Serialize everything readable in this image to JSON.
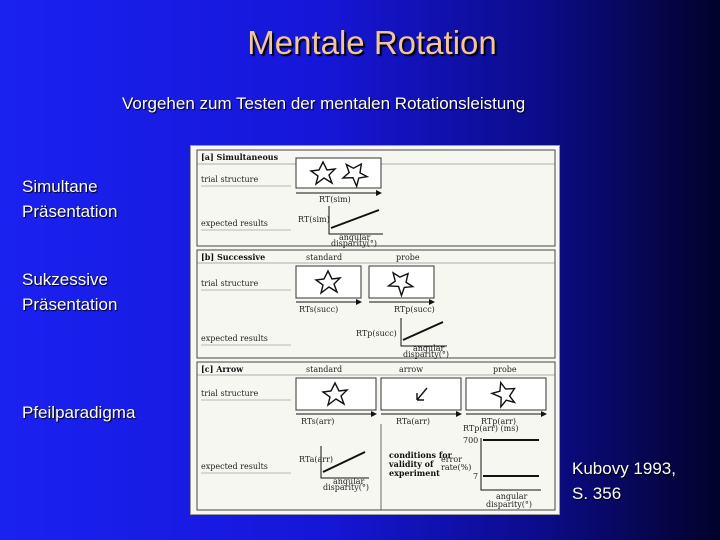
{
  "slide": {
    "title": "Mentale Rotation",
    "subtitle": "Vorgehen zum Testen der mentalen Rotationsleistung",
    "labels": {
      "simultaneous_l1": "Simultane",
      "simultaneous_l2": "Präsentation",
      "successive_l1": "Sukzessive",
      "successive_l2": "Präsentation",
      "arrow": "Pfeilparadigma"
    },
    "citation_l1": "Kubovy 1993,",
    "citation_l2": "S. 356"
  },
  "figure": {
    "a_title": "[a]  Simultaneous",
    "b_title": "[b]  Successive",
    "c_title": "[c]  Arrow",
    "trial_structure": "trial structure",
    "expected_results": "expected results",
    "rt_sim": "RT(sim)",
    "rt_succ_s": "RTs(succ)",
    "rt_succ_p": "RTp(succ)",
    "rt_arr_s": "RTs(arr)",
    "rt_arr_a": "RTa(arr)",
    "rt_arr_p": "RTp(arr)",
    "rt_arr_ms": "RTp(arr) (ms)",
    "angular": "angular",
    "disparity_deg": "disparity(°)",
    "standard": "standard",
    "probe": "probe",
    "arrow": "arrow",
    "conditions_l1": "conditions for",
    "conditions_l2": "validity of",
    "conditions_l3": "experiment",
    "error_l1": "error",
    "error_l2": "rate(%)",
    "tick_700": "700",
    "tick_7": "7"
  }
}
